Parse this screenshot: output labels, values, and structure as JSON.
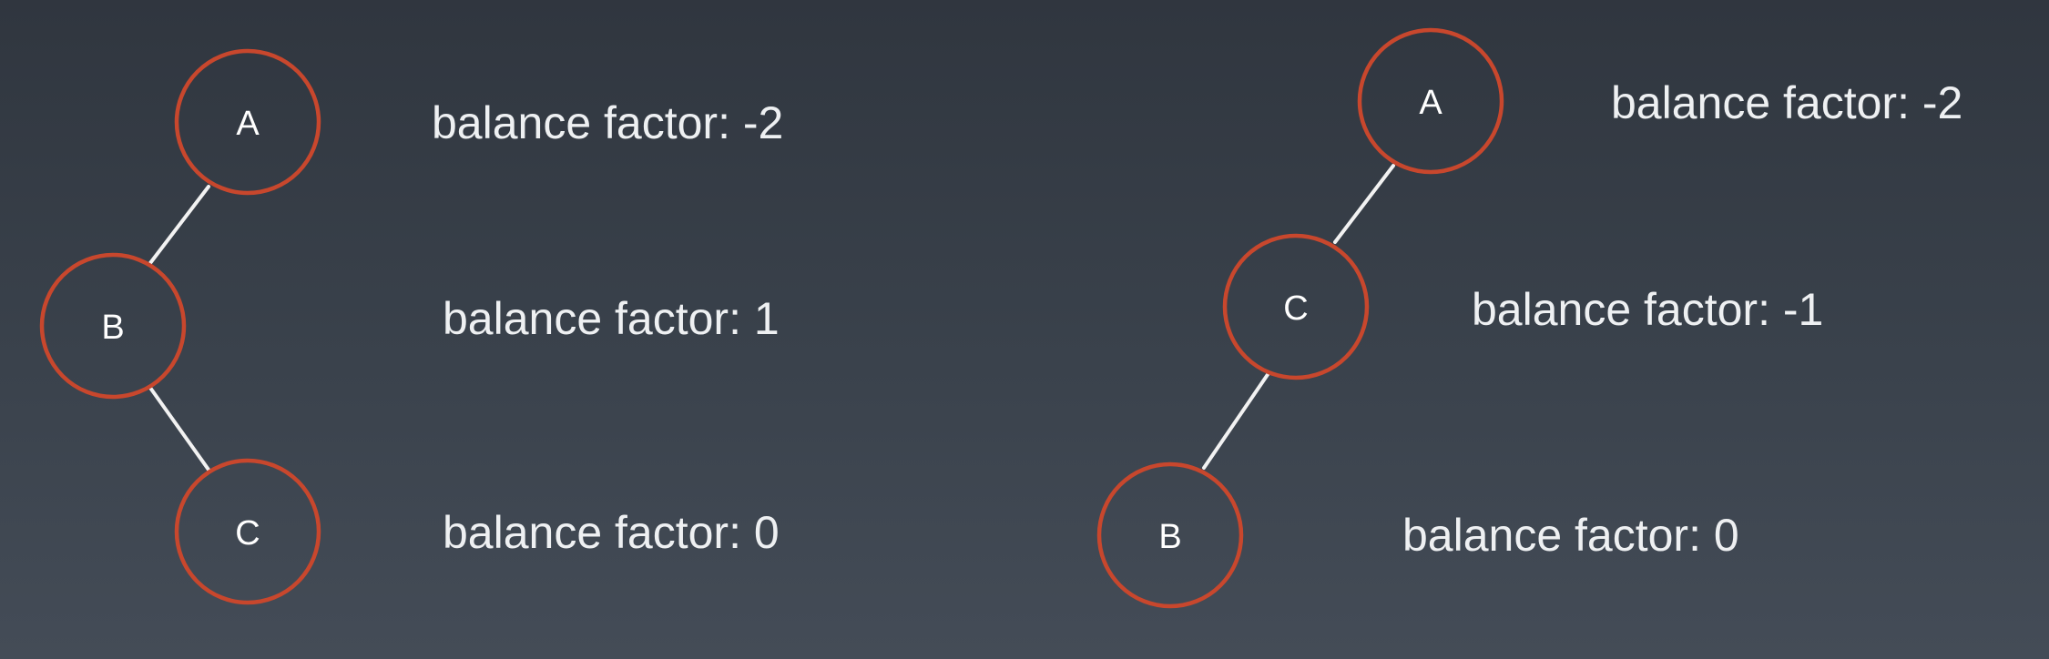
{
  "trees": [
    {
      "nodes": [
        {
          "label": "A",
          "balance_text": "balance factor: -2"
        },
        {
          "label": "B",
          "balance_text": "balance factor: 1"
        },
        {
          "label": "C",
          "balance_text": "balance factor: 0"
        }
      ]
    },
    {
      "nodes": [
        {
          "label": "A",
          "balance_text": "balance factor: -2"
        },
        {
          "label": "C",
          "balance_text": "balance factor: -1"
        },
        {
          "label": "B",
          "balance_text": "balance factor: 0"
        }
      ]
    }
  ],
  "colors": {
    "node_stroke": "#c8472d",
    "edge": "#f2f2f2",
    "text": "#eef0f2"
  }
}
